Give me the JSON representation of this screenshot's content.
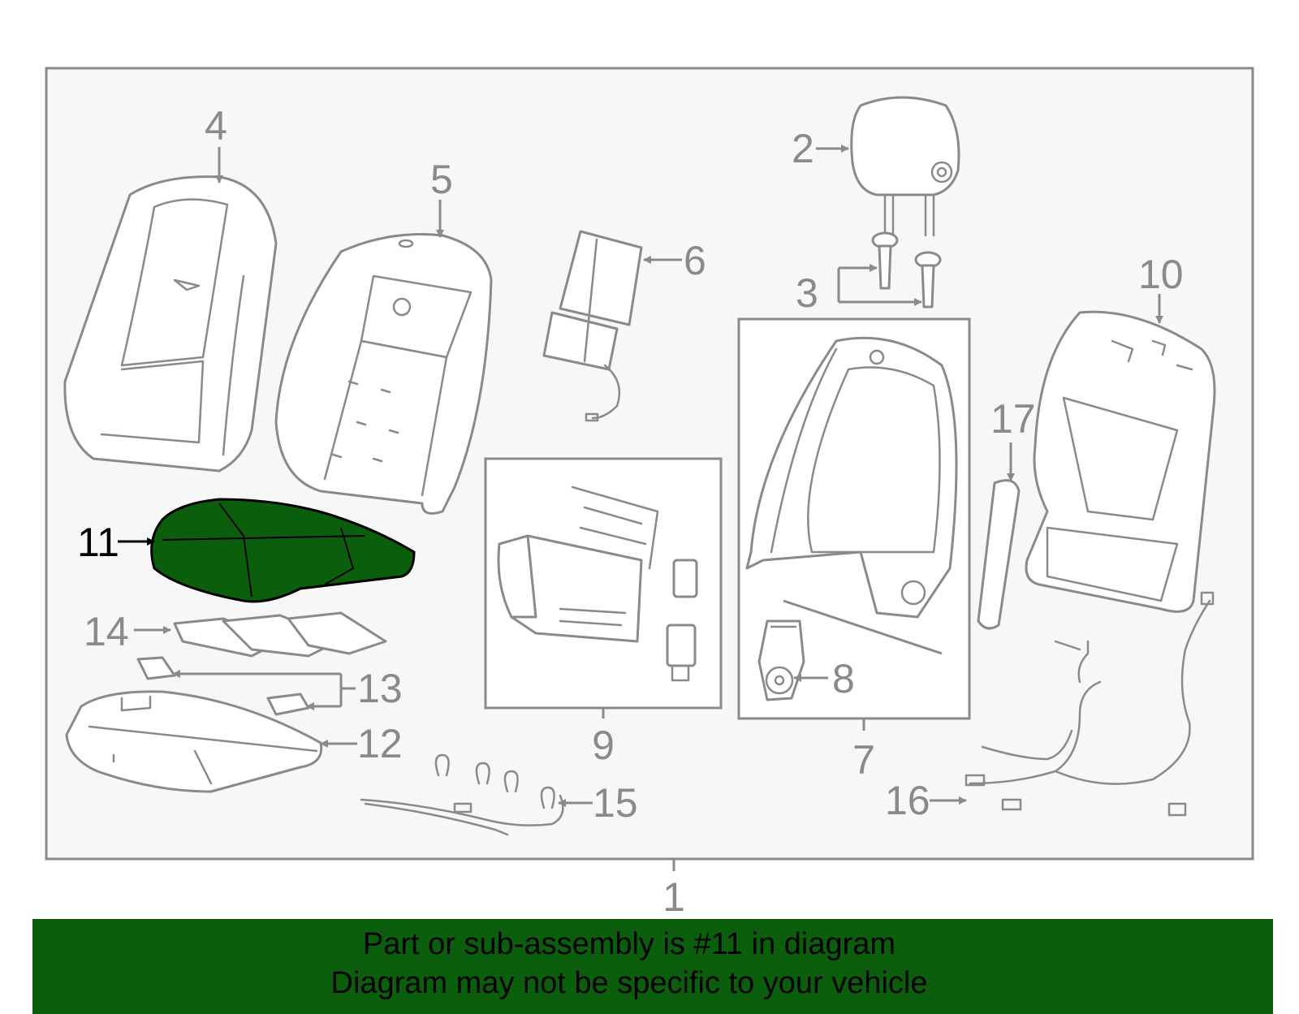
{
  "diagram": {
    "callouts": {
      "c1": "1",
      "c2": "2",
      "c3": "3",
      "c4": "4",
      "c5": "5",
      "c6": "6",
      "c7": "7",
      "c8": "8",
      "c9": "9",
      "c10": "10",
      "c11": "11",
      "c12": "12",
      "c13": "13",
      "c14": "14",
      "c15": "15",
      "c16": "16",
      "c17": "17"
    },
    "highlight_color": "#0b5e0b",
    "line_color": "#8a8a8a"
  },
  "banner": {
    "line1": "Part or sub-assembly is #11 in diagram",
    "line2": "Diagram may not be specific to your vehicle",
    "background": "#0b5e0b"
  }
}
